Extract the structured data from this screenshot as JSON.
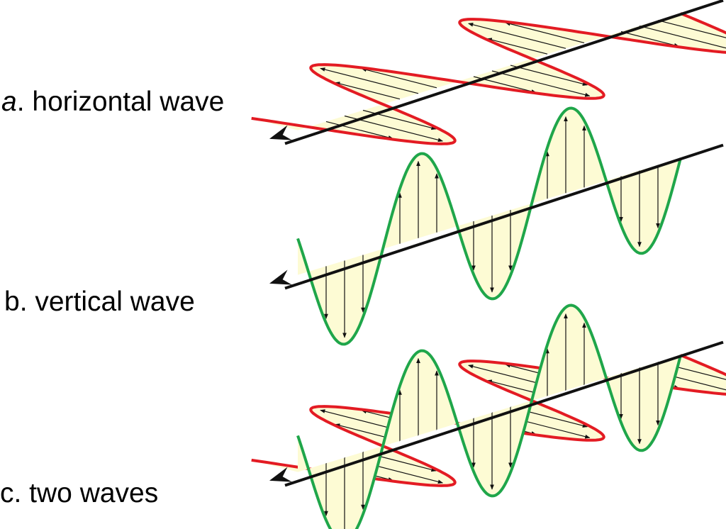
{
  "labels": {
    "a": {
      "letter": "a",
      "text": ". horizontal wave"
    },
    "b": {
      "text": "b. vertical wave"
    },
    "c": {
      "text": "c. two waves"
    }
  },
  "colors": {
    "horizontal_wave": "#e31b23",
    "vertical_wave": "#1fa64a",
    "fill": "#fdfbd4",
    "axis": "#111111"
  }
}
